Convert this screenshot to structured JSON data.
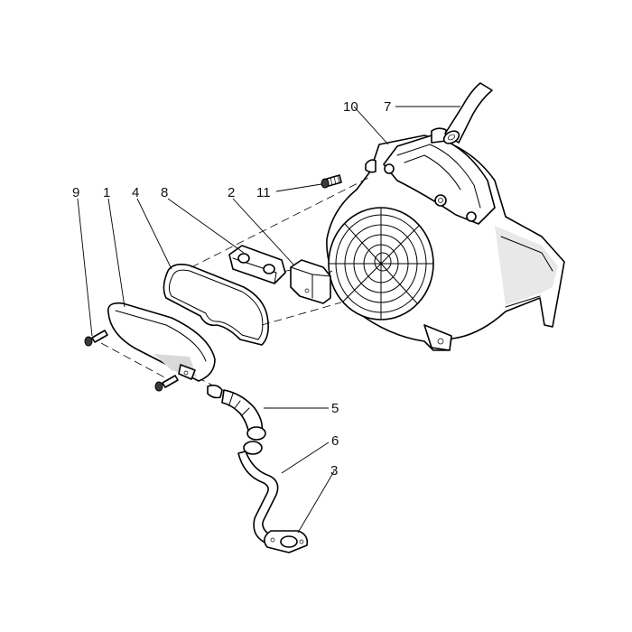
{
  "callouts": [
    {
      "id": "c1",
      "label": "1"
    },
    {
      "id": "c2",
      "label": "2"
    },
    {
      "id": "c3",
      "label": "3"
    },
    {
      "id": "c4",
      "label": "4"
    },
    {
      "id": "c5",
      "label": "5"
    },
    {
      "id": "c6",
      "label": "6"
    },
    {
      "id": "c7",
      "label": "7"
    },
    {
      "id": "c8",
      "label": "8"
    },
    {
      "id": "c9",
      "label": "9"
    },
    {
      "id": "c10",
      "label": "10"
    },
    {
      "id": "c11",
      "label": "11"
    }
  ],
  "colors": {
    "line": "#000000",
    "background": "#ffffff",
    "shade": "#d9d9d9"
  }
}
